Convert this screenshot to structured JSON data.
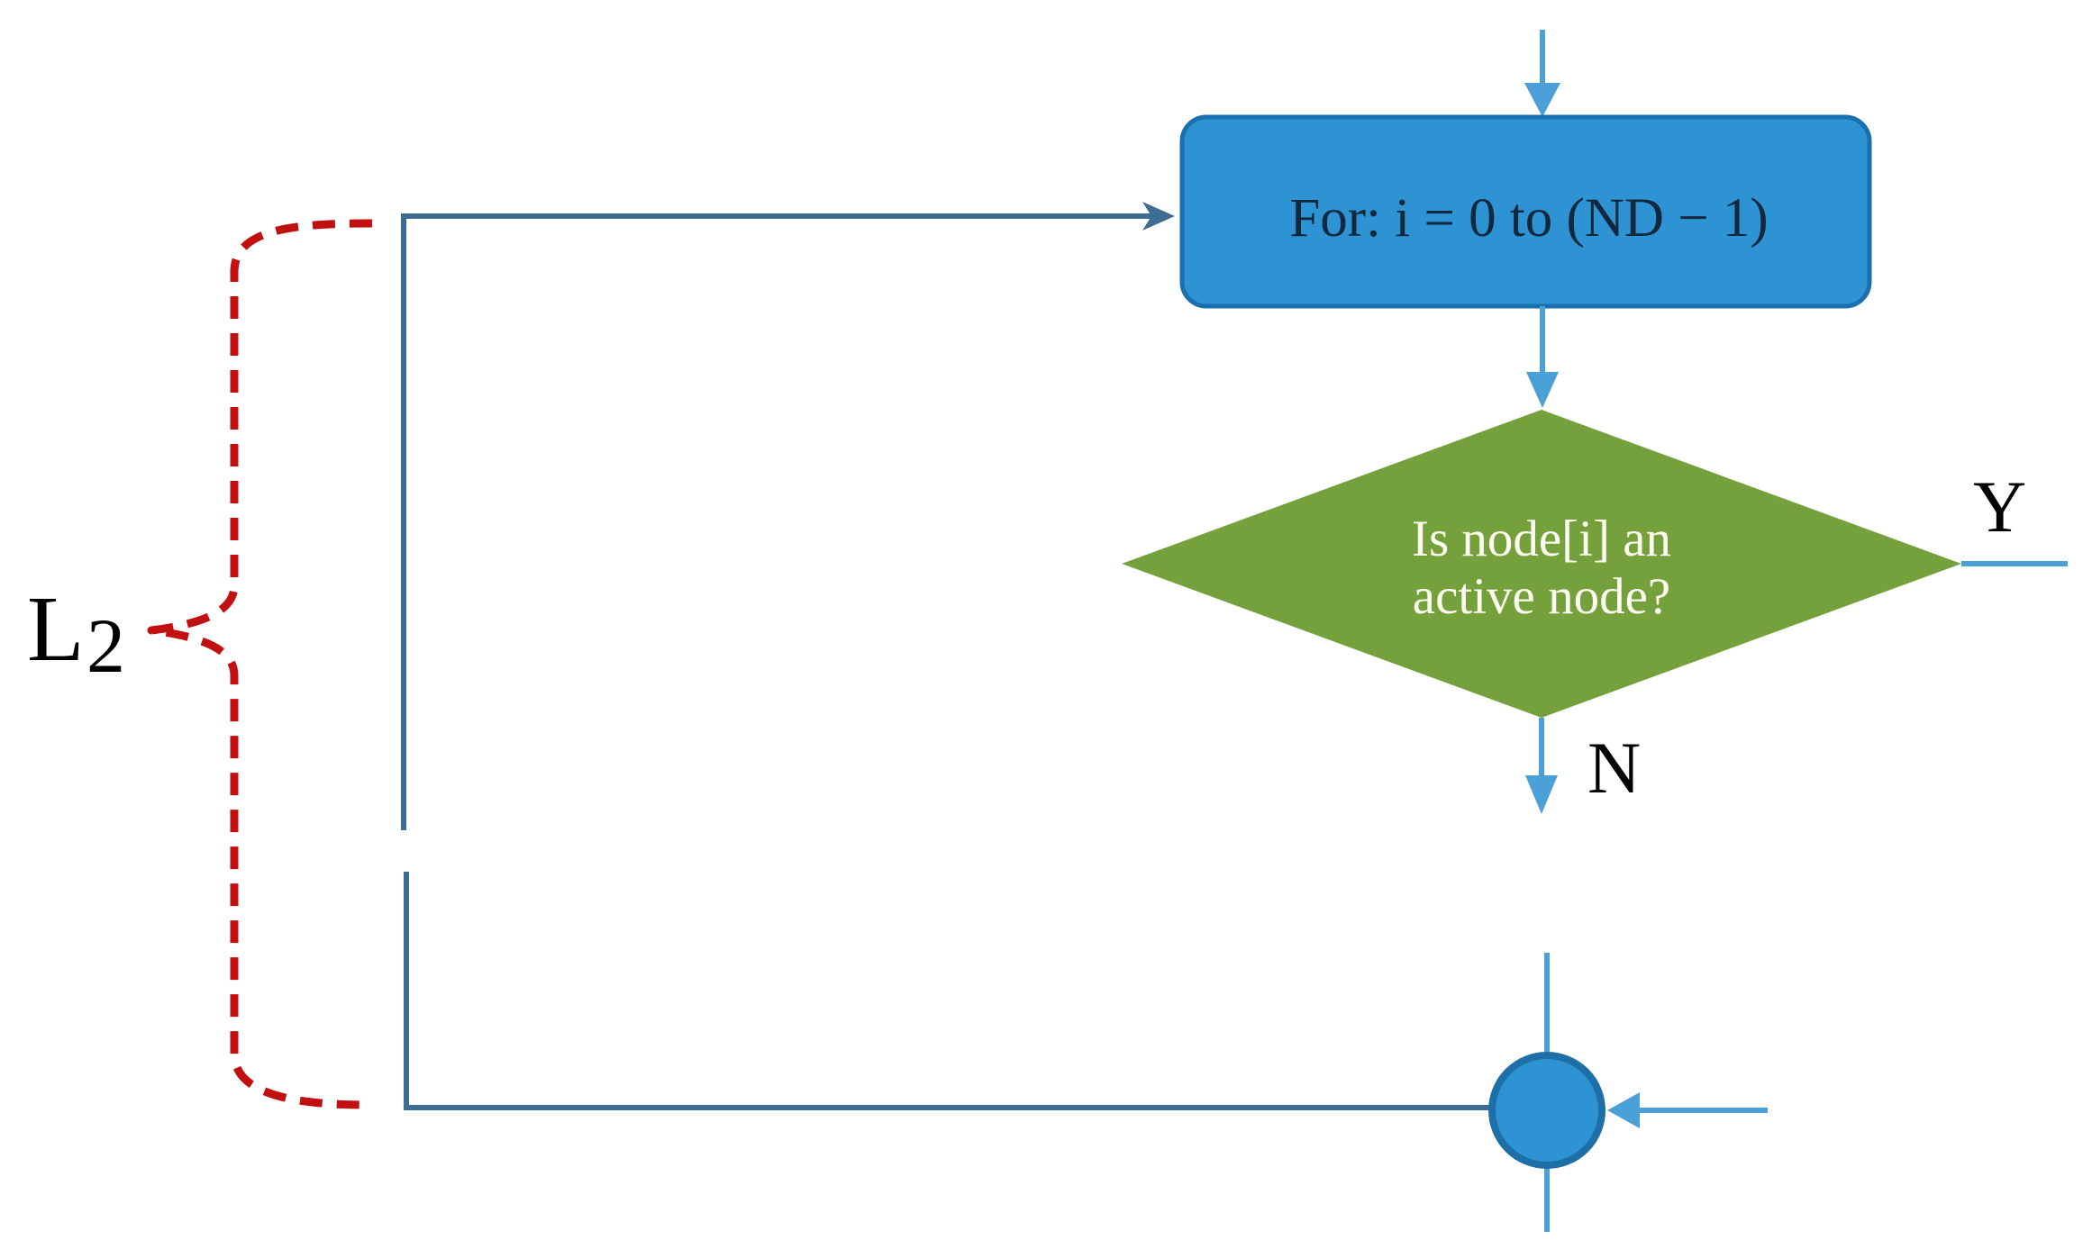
{
  "diagram": {
    "for_box": {
      "label": "For: i = 0 to (ND − 1)"
    },
    "decision": {
      "line1": "Is node[i] an",
      "line2": "active node?"
    },
    "yes_label": "Y",
    "no_label": "N",
    "loop_label": {
      "base": "L",
      "subscript": "2"
    }
  },
  "colors": {
    "box_fill": "#2e93d2",
    "box_border": "#1a6fae",
    "box_text": "#12283f",
    "diamond_fill": "#75a13d",
    "diamond_text": "#fdfdf0",
    "line_light": "#4ba0d8",
    "line_dark": "#3e6c94",
    "brace_red": "#c21010",
    "label_text": "#000000",
    "circle_fill": "#2e93d2",
    "circle_border": "#1e6fa8",
    "page_bg": "#ffffff"
  }
}
